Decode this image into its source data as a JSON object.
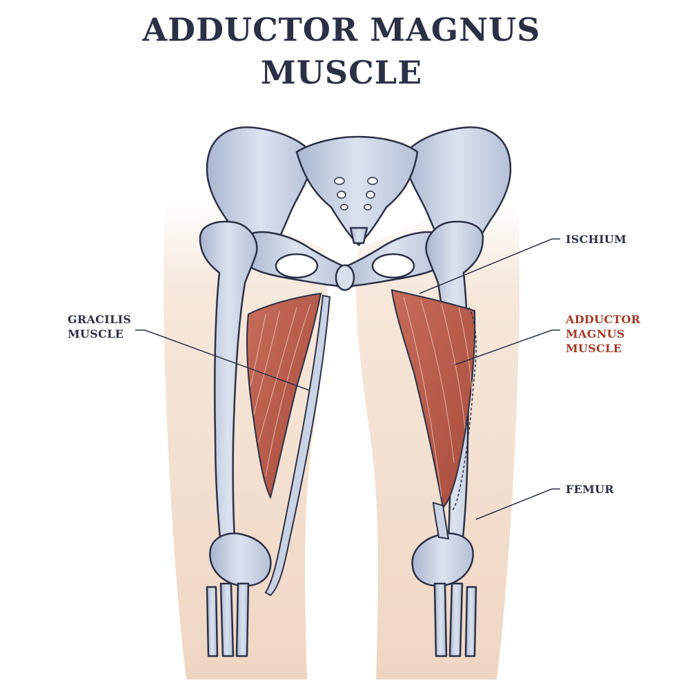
{
  "title": {
    "line1": "ADDUCTOR MAGNUS",
    "line2": "MUSCLE"
  },
  "labels": {
    "gracilis": {
      "line1": "GRACILIS",
      "line2": "MUSCLE"
    },
    "ischium": {
      "line1": "ISCHIUM"
    },
    "adductor_magnus": {
      "line1": "ADDUCTOR",
      "line2": "MAGNUS",
      "line3": "MUSCLE"
    },
    "femur": {
      "line1": "FEMUR"
    }
  },
  "colors": {
    "title": "#2b3045",
    "label": "#2b3045",
    "accent_label": "#a23a26",
    "bone": "#c5d0e2",
    "bone_outline": "#2b3045",
    "muscle": "#b35a4a",
    "skin": "#f1ddcc"
  }
}
